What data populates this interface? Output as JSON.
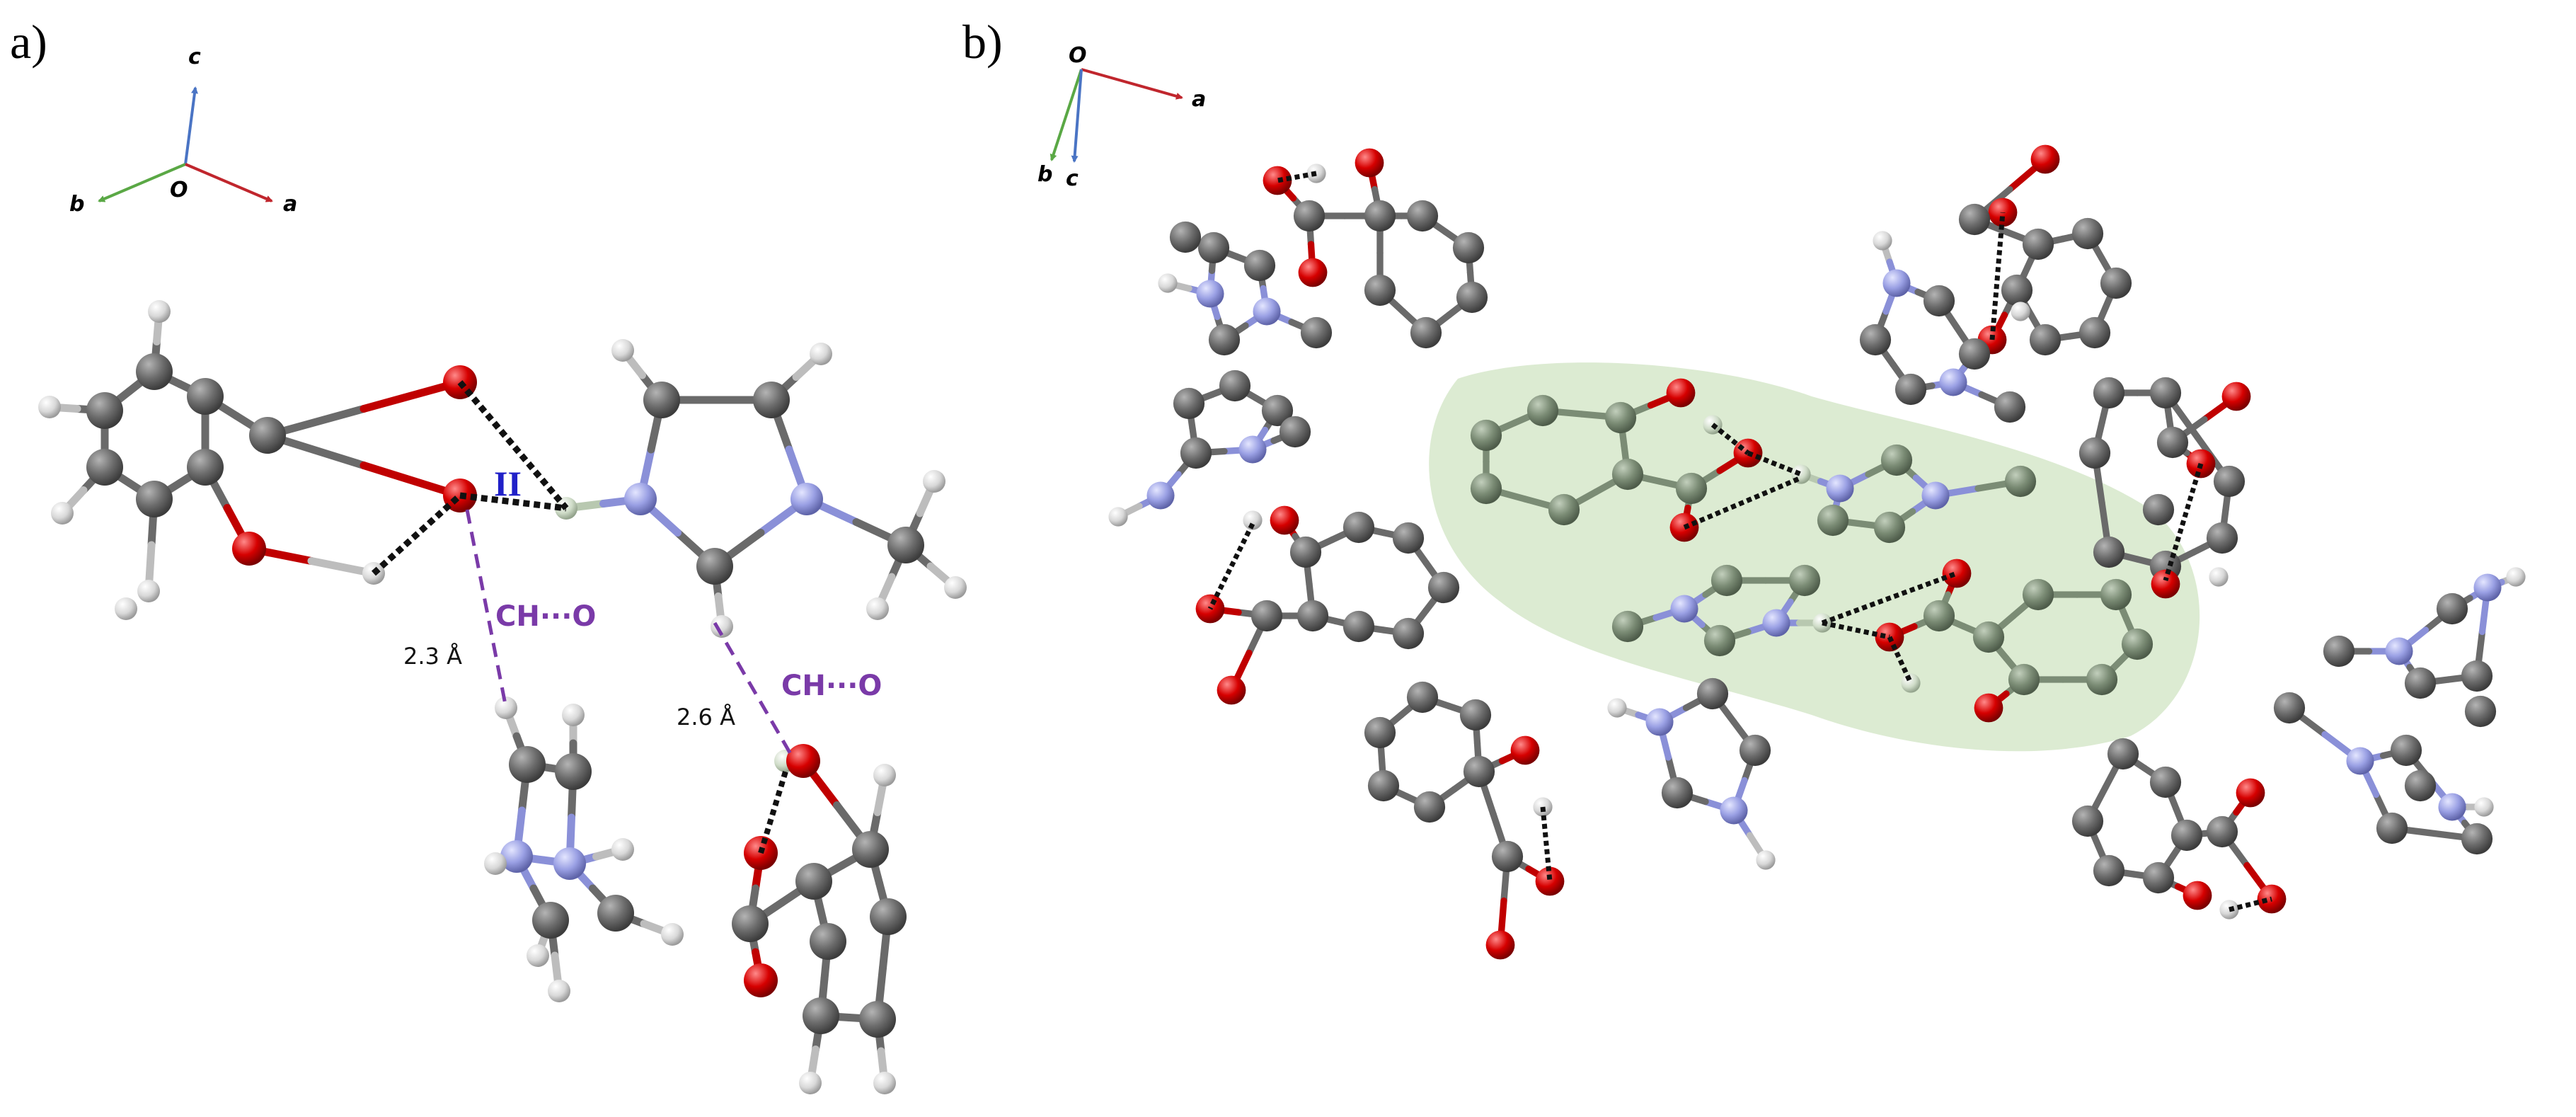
{
  "panels": {
    "a": {
      "label": "a)",
      "axes": {
        "a": "a",
        "b": "b",
        "c": "c",
        "origin": "O"
      },
      "interaction_label": "II",
      "contacts": [
        {
          "label": "CH···O",
          "distance": "2.3 Å"
        },
        {
          "label": "CH···O",
          "distance": "2.6 Å"
        }
      ]
    },
    "b": {
      "label": "b)",
      "axes": {
        "a": "a",
        "b": "b",
        "c": "c",
        "origin": "O"
      }
    }
  },
  "colors": {
    "carbon": "#6b6b6b",
    "oxygen": "#d40000",
    "nitrogen": "#9ba0e6",
    "hydrogen": "#dcdcdc",
    "highlight_carbon": "#7b8c75",
    "highlight_region": "#dcebd2",
    "ch_o_contact": "#7a3aa8",
    "axis_a": "#c0262d",
    "axis_b": "#5aa845",
    "axis_c": "#4a74c4"
  }
}
